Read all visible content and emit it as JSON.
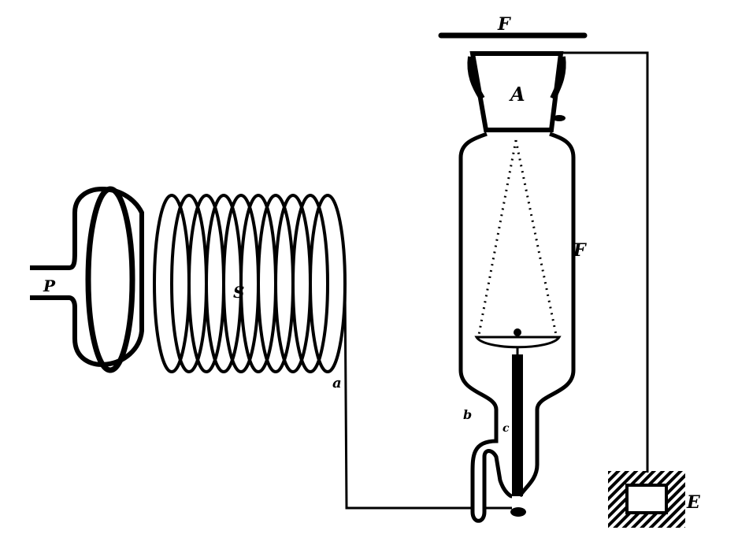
{
  "diagram": {
    "type": "apparatus-illustration",
    "labels": {
      "plate": "F",
      "cap": "A",
      "vessel": "F",
      "inlet": "P",
      "coil": "S",
      "wire_end": "a",
      "side_mark": "b",
      "rod_mark": "c",
      "ground": "E"
    },
    "colors": {
      "ink": "#000000",
      "paper": "#ffffff"
    }
  }
}
